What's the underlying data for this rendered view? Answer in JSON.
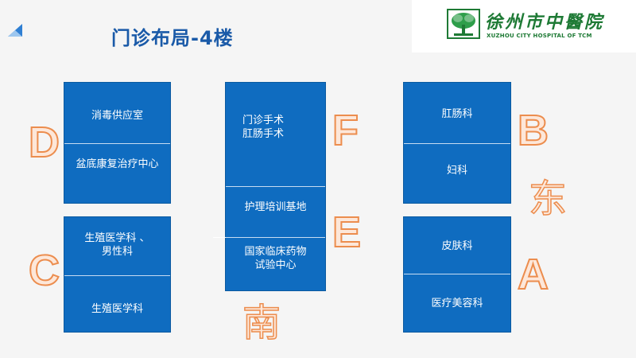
{
  "header": {
    "title": "门诊布局-4楼"
  },
  "logo": {
    "name": "徐州市中醫院",
    "english": "XUZHOU CITY HOSPITAL OF TCM"
  },
  "blocks": {
    "d": {
      "top_label": "消毒供应室",
      "bottom_label": "盆底康复治疗中心"
    },
    "c": {
      "top_label": "生殖医学科 、男性科",
      "bottom_label": "生殖医学科"
    },
    "middle": {
      "top_label_line1": "门诊手术",
      "top_label_line2": "肛肠手术",
      "mid_label": "护理培训基地",
      "bottom_label": "国家临床药物试验中心"
    },
    "b": {
      "top_label": "肛肠科",
      "bottom_label": "妇科"
    },
    "a": {
      "top_label": "皮肤科",
      "bottom_label": "医疗美容科"
    }
  },
  "zones": {
    "d": "D",
    "c": "C",
    "f": "F",
    "e": "E",
    "b": "B",
    "a": "A"
  },
  "directions": {
    "east": "东",
    "south": "南"
  },
  "colors": {
    "title": "#1a5aa8",
    "block_fill": "#0f6cc0",
    "letter_stroke": "#ec8d4e",
    "logo_green": "#1e7a35"
  },
  "icons": {
    "corner": "blue-triangle-icon",
    "logo": "hospital-tree-emblem-icon"
  }
}
